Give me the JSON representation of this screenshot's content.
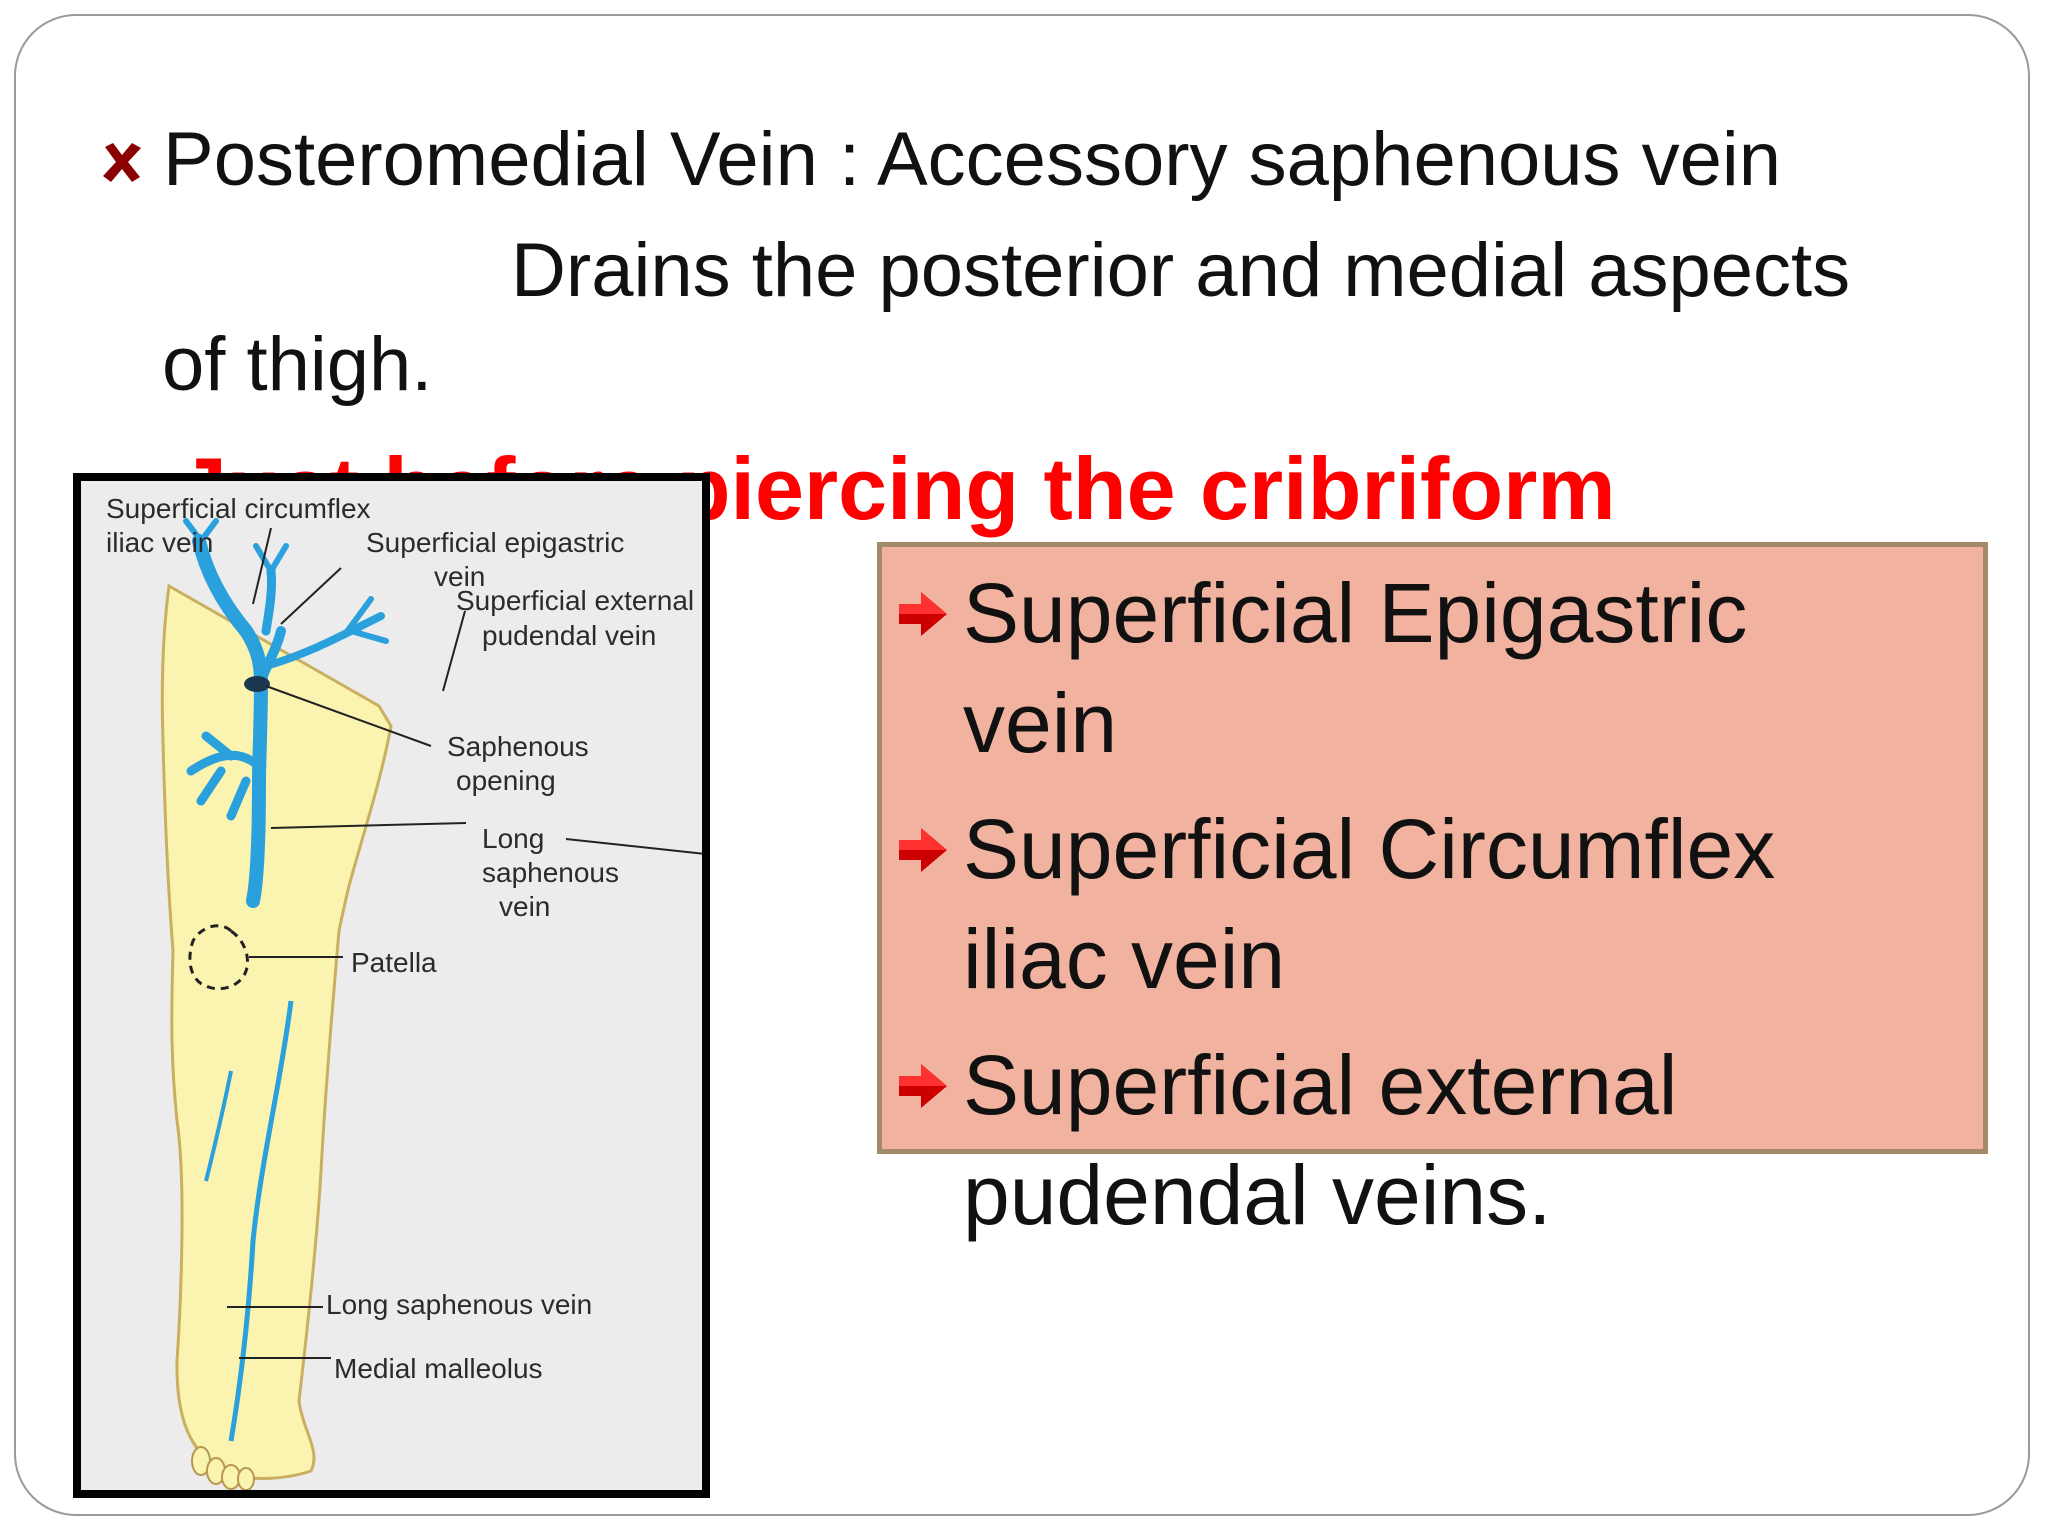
{
  "slide": {
    "line1": "Posteromedial Vein : Accessory saphenous vein",
    "line2": "Drains the posterior and medial aspects",
    "line3": "of thigh.",
    "red_heading": "Just before piercing the cribriform"
  },
  "figure": {
    "labels": {
      "superficial_circumflex_1": "Superficial circumflex",
      "superficial_circumflex_2": "iliac vein",
      "superficial_epigastric_1": "Superficial epigastric",
      "superficial_epigastric_2": "vein",
      "superficial_external_1": "Superficial external",
      "superficial_external_2": "pudendal vein",
      "saphenous_opening_1": "Saphenous",
      "saphenous_opening_2": "opening",
      "long_saphenous_1": "Long",
      "long_saphenous_2": "saphenous",
      "long_saphenous_3": "vein",
      "patella": "Patella",
      "long_saphenous_vein": "Long saphenous vein",
      "medial_malleolus": "Medial malleolus"
    }
  },
  "box": {
    "items": [
      {
        "line1": "Superficial Epigastric",
        "line2": "vein"
      },
      {
        "line1": "Superficial Circumflex",
        "line2": "iliac vein"
      },
      {
        "line1": "Superficial external",
        "line2": "pudendal veins."
      }
    ]
  },
  "colors": {
    "heading_red": "#ff0000",
    "box_fill": "#f1b3a0",
    "box_border": "#a48a68",
    "vein_blue": "#2aa0dc",
    "leg_fill": "#fbf3b0",
    "bullet_dark_red": "#8b0000"
  },
  "icons": {
    "bullet": "x-mark-icon",
    "box_bullet": "arrow-right-icon"
  }
}
